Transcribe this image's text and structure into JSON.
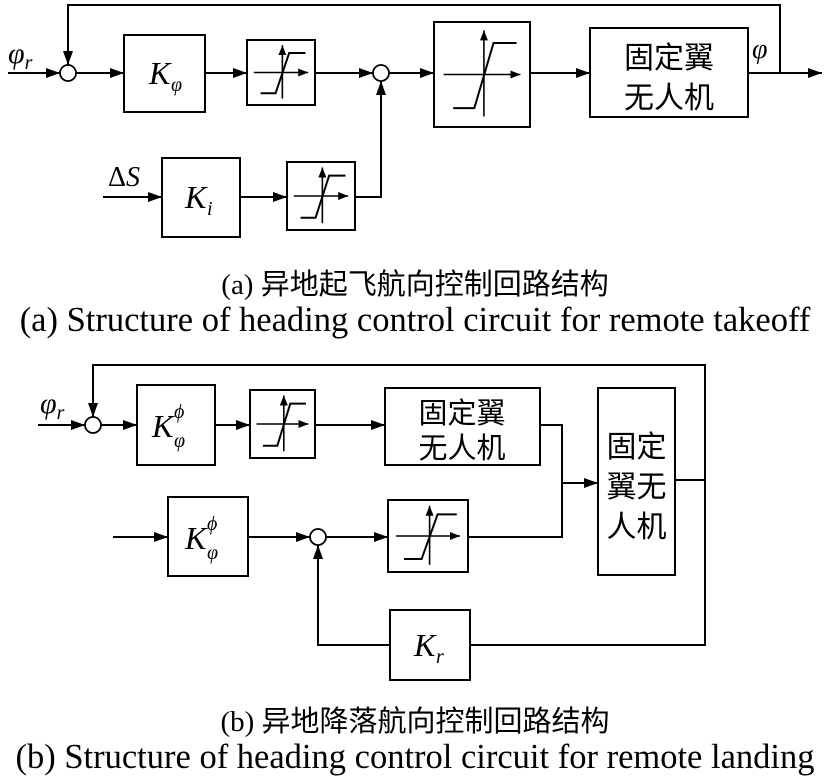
{
  "colors": {
    "stroke": "#000000",
    "background": "#ffffff"
  },
  "icons": {
    "saturation": "saturation-icon",
    "summing_junction": "summing-junction-icon"
  },
  "diagram_a": {
    "input": {
      "symbol": "φ",
      "sub": "r"
    },
    "gain_block": {
      "symbol": "K",
      "sub": "φ"
    },
    "plant_block": {
      "line1": "固定翼",
      "line2": "无人机"
    },
    "output": {
      "symbol": "φ"
    },
    "disturbance": {
      "delta": "Δ",
      "symbol": "S"
    },
    "integral_block": {
      "symbol": "K",
      "sub": "i"
    },
    "caption_zh": "(a) 异地起飞航向控制回路结构",
    "caption_en": "(a) Structure of heading control circuit for remote takeoff"
  },
  "diagram_b": {
    "input": {
      "symbol": "φ",
      "sub": "r"
    },
    "gain_block_1": {
      "symbol": "K",
      "sup": "ϕ",
      "sub": "φ"
    },
    "plant_block_small": {
      "line1": "固定翼",
      "line2": "无人机"
    },
    "plant_block_tall": {
      "line1": "固定",
      "line2": "翼无",
      "line3": "人机"
    },
    "gain_block_2": {
      "symbol": "K",
      "sup": "ϕ",
      "sub": "φ"
    },
    "feedback_block": {
      "symbol": "K",
      "sub": "r"
    },
    "caption_zh": "(b) 异地降落航向控制回路结构",
    "caption_en": "(b) Structure of heading control circuit for remote landing"
  }
}
